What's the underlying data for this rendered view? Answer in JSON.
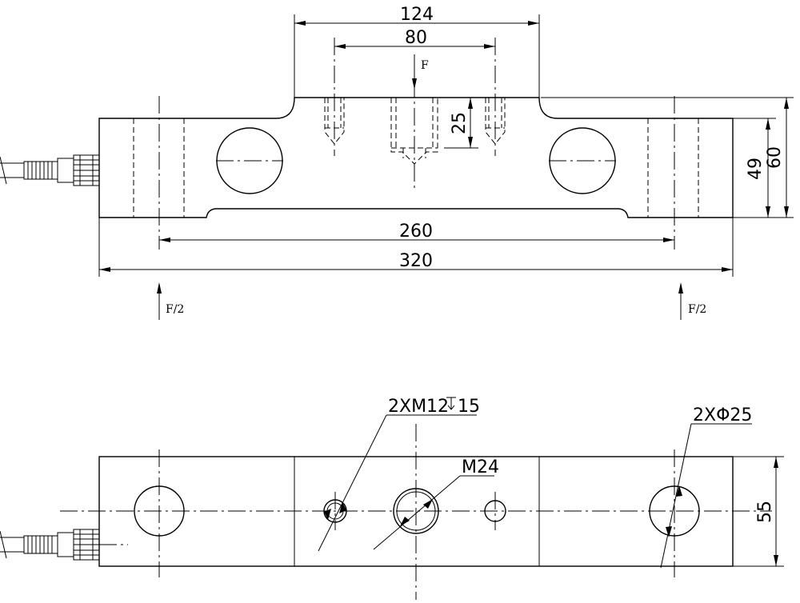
{
  "dimensions": {
    "top_width": "124",
    "hole_spacing": "80",
    "thread_depth": "25",
    "overall_height": "60",
    "body_height": "49",
    "support_span": "260",
    "overall_length": "320",
    "width": "55"
  },
  "callouts": {
    "mount_holes": "2XM12",
    "mount_depth": "15",
    "center_thread": "M24",
    "pin_holes": "2XΦ25"
  },
  "forces": {
    "load": "F",
    "left_reaction": "F/2",
    "right_reaction": "F/2"
  }
}
